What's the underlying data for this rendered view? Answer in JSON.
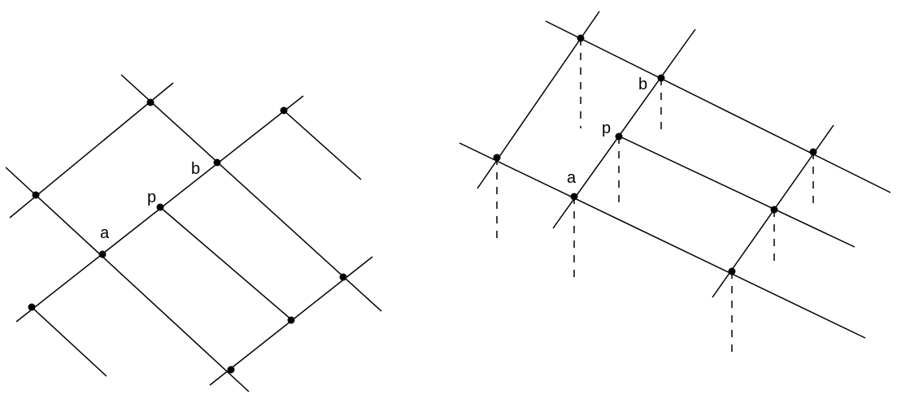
{
  "figures": {
    "left": {
      "labels": {
        "a": "a",
        "p": "p",
        "b": "b"
      }
    },
    "right": {
      "labels": {
        "a": "a",
        "p": "p",
        "b": "b"
      }
    }
  },
  "style": {
    "stroke_color": "#000000",
    "background": "#ffffff"
  }
}
